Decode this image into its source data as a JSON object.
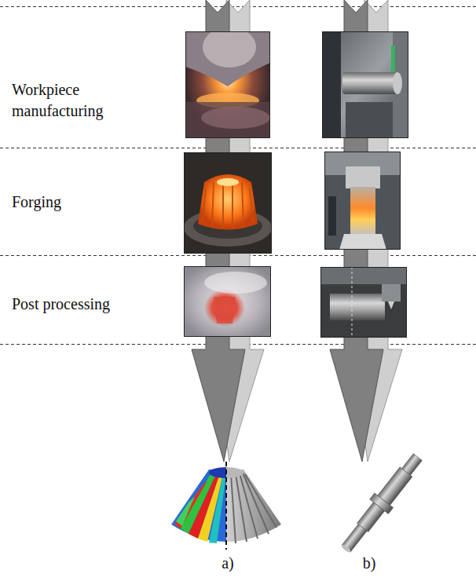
{
  "diagram": {
    "labels": [
      "Workpiece manufacturing",
      "Forging",
      "Post processing",
      "a)",
      "b)"
    ]
  }
}
